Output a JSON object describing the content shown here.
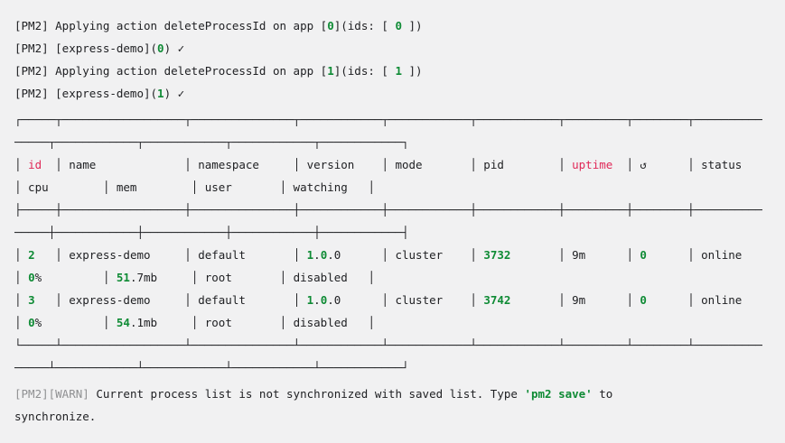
{
  "terminal": {
    "colors": {
      "bg": "#f1f1f2",
      "fg": "#202124",
      "green": "#0f8b35",
      "red": "#e02958",
      "gray": "#8f9092"
    },
    "table": {
      "headers": [
        "id",
        "name",
        "namespace",
        "version",
        "mode",
        "pid",
        "uptime",
        "↺",
        "status",
        "cpu",
        "mem",
        "user",
        "watching"
      ],
      "rows": [
        [
          "2",
          "express-demo",
          "default",
          "1.0.0",
          "cluster",
          "3732",
          "9m",
          "0",
          "online",
          "0%",
          "51.7mb",
          "root",
          "disabled"
        ],
        [
          "3",
          "express-demo",
          "default",
          "1.0.0",
          "cluster",
          "3742",
          "9m",
          "0",
          "online",
          "0%",
          "54.1mb",
          "root",
          "disabled"
        ]
      ]
    },
    "lines": [
      {
        "name": "pm2-log-line-delete-0",
        "segments": [
          {
            "t": "[PM2] Applying action deleteProcessId on app ["
          },
          {
            "t": "0",
            "c": "g"
          },
          {
            "t": "](ids: [ "
          },
          {
            "t": "0",
            "c": "g"
          },
          {
            "t": " ])"
          }
        ]
      },
      {
        "name": "pm2-log-line-done-0",
        "segments": [
          {
            "t": "[PM2] [express-demo]("
          },
          {
            "t": "0",
            "c": "g"
          },
          {
            "t": ") ✓"
          }
        ]
      },
      {
        "name": "pm2-log-line-delete-1",
        "segments": [
          {
            "t": "[PM2] Applying action deleteProcessId on app ["
          },
          {
            "t": "1",
            "c": "g"
          },
          {
            "t": "](ids: [ "
          },
          {
            "t": "1",
            "c": "g"
          },
          {
            "t": " ])"
          }
        ]
      },
      {
        "name": "pm2-log-line-done-1",
        "segments": [
          {
            "t": "[PM2] [express-demo]("
          },
          {
            "t": "1",
            "c": "g"
          },
          {
            "t": ") ✓"
          }
        ]
      },
      {
        "name": "table-border-top-1",
        "mt": true,
        "segments": [
          {
            "t": "┌─────┬──────────────────┬───────────────┬────────────┬────────────┬────────────┬─────────┬────────┬──────────"
          }
        ]
      },
      {
        "name": "table-border-top-2",
        "segments": [
          {
            "t": "─────┬────────────┬────────────┬────────────┬────────────┐"
          }
        ]
      },
      {
        "name": "table-header-row-1",
        "segments": [
          {
            "t": "│ "
          },
          {
            "t": "id",
            "c": "r"
          },
          {
            "t": "  │ name             │ namespace     │ version    │ mode       │ pid        │ "
          },
          {
            "t": "uptime",
            "c": "r"
          },
          {
            "t": "  │ ↺      │ status   "
          }
        ]
      },
      {
        "name": "table-header-row-2",
        "segments": [
          {
            "t": "│ cpu        │ mem        │ user       │ watching   │"
          }
        ]
      },
      {
        "name": "table-border-mid-1",
        "segments": [
          {
            "t": "├─────┼──────────────────┼───────────────┼────────────┼────────────┼────────────┼─────────┼────────┼──────────"
          }
        ]
      },
      {
        "name": "table-border-mid-2",
        "segments": [
          {
            "t": "─────┼────────────┼────────────┼────────────┼────────────┤"
          }
        ]
      },
      {
        "name": "table-row-1-line-1",
        "segments": [
          {
            "t": "│ "
          },
          {
            "t": "2",
            "c": "g"
          },
          {
            "t": "   │ express-demo     │ default       │ "
          },
          {
            "t": "1",
            "c": "g"
          },
          {
            "t": "."
          },
          {
            "t": "0",
            "c": "g"
          },
          {
            "t": ".0      │ cluster    │ "
          },
          {
            "t": "3732",
            "c": "g"
          },
          {
            "t": "       │ 9m      │ "
          },
          {
            "t": "0",
            "c": "g"
          },
          {
            "t": "      │ online   "
          }
        ]
      },
      {
        "name": "table-row-1-line-2",
        "segments": [
          {
            "t": "│ "
          },
          {
            "t": "0",
            "c": "g"
          },
          {
            "t": "%         │ "
          },
          {
            "t": "51",
            "c": "g"
          },
          {
            "t": ".7mb     │ root       │ disabled   │"
          }
        ]
      },
      {
        "name": "table-row-2-line-1",
        "segments": [
          {
            "t": "│ "
          },
          {
            "t": "3",
            "c": "g"
          },
          {
            "t": "   │ express-demo     │ default       │ "
          },
          {
            "t": "1",
            "c": "g"
          },
          {
            "t": "."
          },
          {
            "t": "0",
            "c": "g"
          },
          {
            "t": ".0      │ cluster    │ "
          },
          {
            "t": "3742",
            "c": "g"
          },
          {
            "t": "       │ 9m      │ "
          },
          {
            "t": "0",
            "c": "g"
          },
          {
            "t": "      │ online   "
          }
        ]
      },
      {
        "name": "table-row-2-line-2",
        "segments": [
          {
            "t": "│ "
          },
          {
            "t": "0",
            "c": "g"
          },
          {
            "t": "%         │ "
          },
          {
            "t": "54",
            "c": "g"
          },
          {
            "t": ".1mb     │ root       │ disabled   │"
          }
        ]
      },
      {
        "name": "table-border-bottom-1",
        "segments": [
          {
            "t": "└─────┴──────────────────┴───────────────┴────────────┴────────────┴────────────┴─────────┴────────┴──────────"
          }
        ]
      },
      {
        "name": "table-border-bottom-2",
        "segments": [
          {
            "t": "─────┴────────────┴────────────┴────────────┴────────────┘"
          }
        ]
      },
      {
        "name": "pm2-warn-line-1",
        "mt": true,
        "segments": [
          {
            "t": "[PM2][WARN] ",
            "c": "gy"
          },
          {
            "t": "Current process list is not synchronized with saved list. Type "
          },
          {
            "t": "'pm2 save'",
            "c": "g"
          },
          {
            "t": " to"
          }
        ]
      },
      {
        "name": "pm2-warn-line-2",
        "segments": [
          {
            "t": "synchronize."
          }
        ]
      }
    ]
  }
}
